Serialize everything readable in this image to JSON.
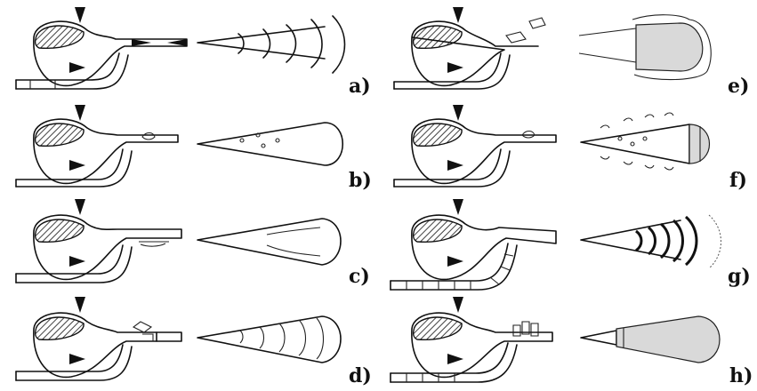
{
  "panels": [
    {
      "id": "a",
      "label": "a)"
    },
    {
      "id": "b",
      "label": "b)"
    },
    {
      "id": "c",
      "label": "c)"
    },
    {
      "id": "d",
      "label": "d)"
    },
    {
      "id": "e",
      "label": "e)"
    },
    {
      "id": "f",
      "label": "f)"
    },
    {
      "id": "g",
      "label": "g)"
    },
    {
      "id": "h",
      "label": "h)"
    }
  ],
  "colors": {
    "line": "#111111",
    "fill_grey": "#d9d9d9",
    "background": "#ffffff"
  }
}
